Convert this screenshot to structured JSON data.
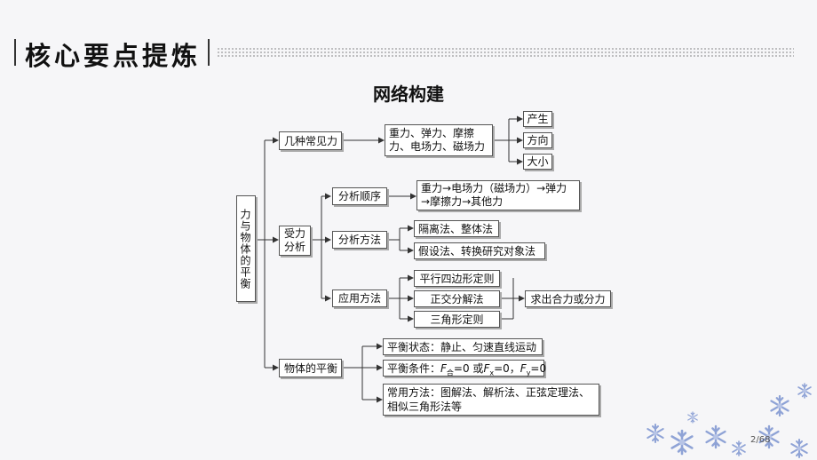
{
  "header": {
    "title": "核心要点提炼"
  },
  "diagram": {
    "title": "网络构建",
    "root": "力与物体的平衡",
    "forces": {
      "label": "几种常见力",
      "types": "重力、弹力、摩擦力、电场力、磁场力",
      "attributes": [
        "产生",
        "方向",
        "大小"
      ]
    },
    "analysis": {
      "label": "受力分析",
      "order": {
        "label": "分析顺序",
        "sequence": [
          "重力",
          "电场力（磁场力）",
          "弹力",
          "摩擦力",
          "其他力"
        ]
      },
      "methods": {
        "label": "分析方法",
        "items": [
          "隔离法、整体法",
          "假设法、转换研究对象法"
        ]
      },
      "application": {
        "label": "应用方法",
        "items": [
          "平行四边形定则",
          "正交分解法",
          "三角形定则"
        ],
        "result": "求出合力或分力"
      }
    },
    "equilibrium": {
      "label": "物体的平衡",
      "state": "平衡状态：静止、匀速直线运动",
      "condition": {
        "prefix": "平衡条件：",
        "part1": "F",
        "sub1": "合",
        "part2": "=0 或",
        "part3": "F",
        "sub2": "x",
        "part4": "=0，",
        "part5": "F",
        "sub3": "y",
        "part6": "=0"
      },
      "methods_line1": "常用方法：图解法、解析法、正弦定理法、",
      "methods_line2": "相似三角形法等"
    }
  },
  "page_number": "2/68",
  "colors": {
    "snowflake": "#8fa3d6",
    "snowflake_light": "#b7c4e6"
  }
}
